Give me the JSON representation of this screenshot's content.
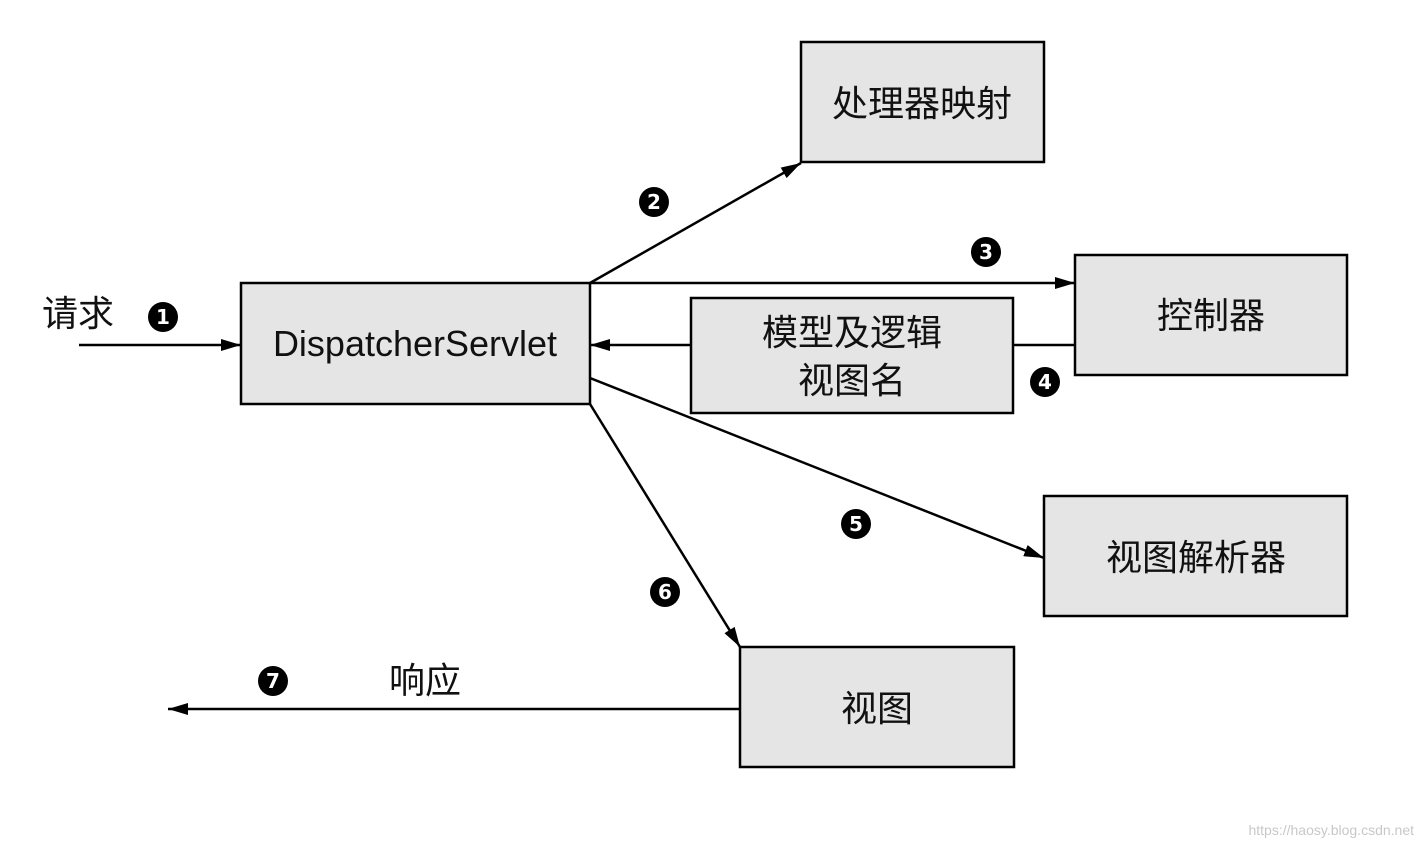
{
  "nodes": {
    "handler_mapping": "处理器映射",
    "dispatcher_servlet": "DispatcherServlet",
    "controller": "控制器",
    "model_view_line1": "模型及逻辑",
    "model_view_line2": "视图名",
    "view_resolver": "视图解析器",
    "view": "视图"
  },
  "edge_labels": {
    "request": "请求",
    "response": "响应"
  },
  "steps": [
    "1",
    "2",
    "3",
    "4",
    "5",
    "6",
    "7"
  ],
  "watermark": "https://haosy.blog.csdn.net"
}
